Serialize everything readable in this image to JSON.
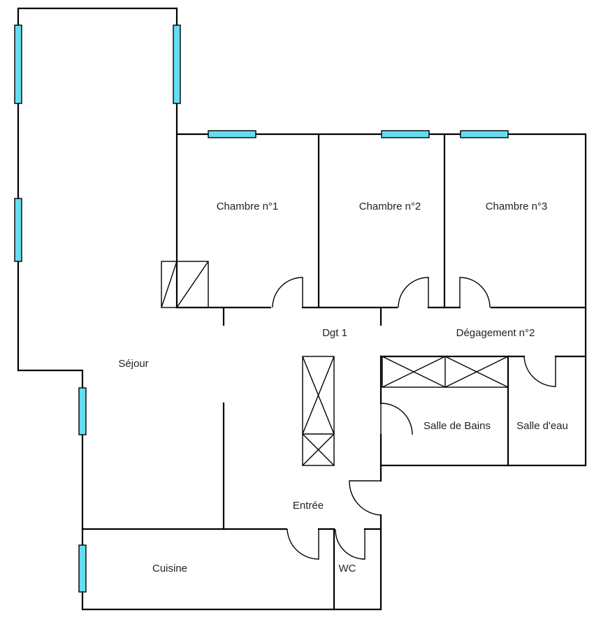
{
  "colors": {
    "wall": "#000000",
    "window": "#66ddee",
    "background": "#ffffff",
    "text": "#222222"
  },
  "rooms": {
    "chambre1": "Chambre n°1",
    "chambre2": "Chambre n°2",
    "chambre3": "Chambre n°3",
    "dgt1": "Dgt 1",
    "degagement2": "Dégagement n°2",
    "sejour": "Séjour",
    "salle_de_bains": "Salle de Bains",
    "salle_deau": "Salle d'eau",
    "entree": "Entrée",
    "cuisine": "Cuisine",
    "wc": "WC"
  }
}
